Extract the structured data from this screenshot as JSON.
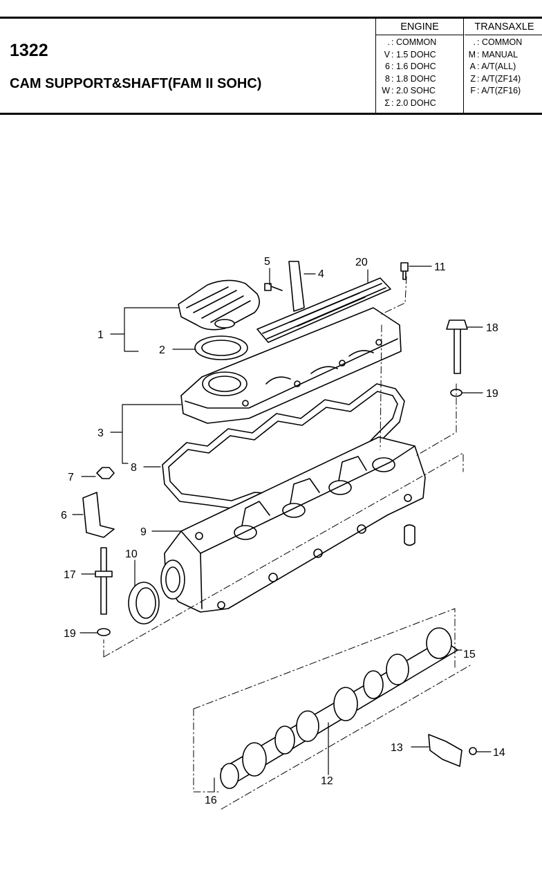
{
  "header": {
    "code": "1322",
    "title": "CAM SUPPORT&SHAFT(FAM II SOHC)"
  },
  "legend": {
    "engine": {
      "heading": "ENGINE",
      "rows": [
        {
          "key": ".",
          "value": ": COMMON"
        },
        {
          "key": "V",
          "value": ": 1.5 DOHC"
        },
        {
          "key": "6",
          "value": ": 1.6 DOHC"
        },
        {
          "key": "8",
          "value": ": 1.8 DOHC"
        },
        {
          "key": "W",
          "value": ": 2.0 SOHC"
        },
        {
          "key": "Σ",
          "value": ": 2.0 DOHC"
        }
      ]
    },
    "transaxle": {
      "heading": "TRANSAXLE",
      "rows": [
        {
          "key": ".",
          "value": ": COMMON"
        },
        {
          "key": "M",
          "value": ": MANUAL"
        },
        {
          "key": "A",
          "value": ": A/T(ALL)"
        },
        {
          "key": "Z",
          "value": ": A/T(ZF14)"
        },
        {
          "key": "F",
          "value": ": A/T(ZF16)"
        }
      ]
    }
  },
  "callouts": {
    "c1": "1",
    "c2": "2",
    "c3": "3",
    "c4": "4",
    "c5": "5",
    "c6": "6",
    "c7": "7",
    "c8": "8",
    "c9": "9",
    "c10": "10",
    "c11": "11",
    "c12": "12",
    "c13": "13",
    "c14": "14",
    "c15": "15",
    "c16": "16",
    "c17": "17",
    "c18": "18",
    "c19a": "19",
    "c19b": "19",
    "c20": "20"
  }
}
